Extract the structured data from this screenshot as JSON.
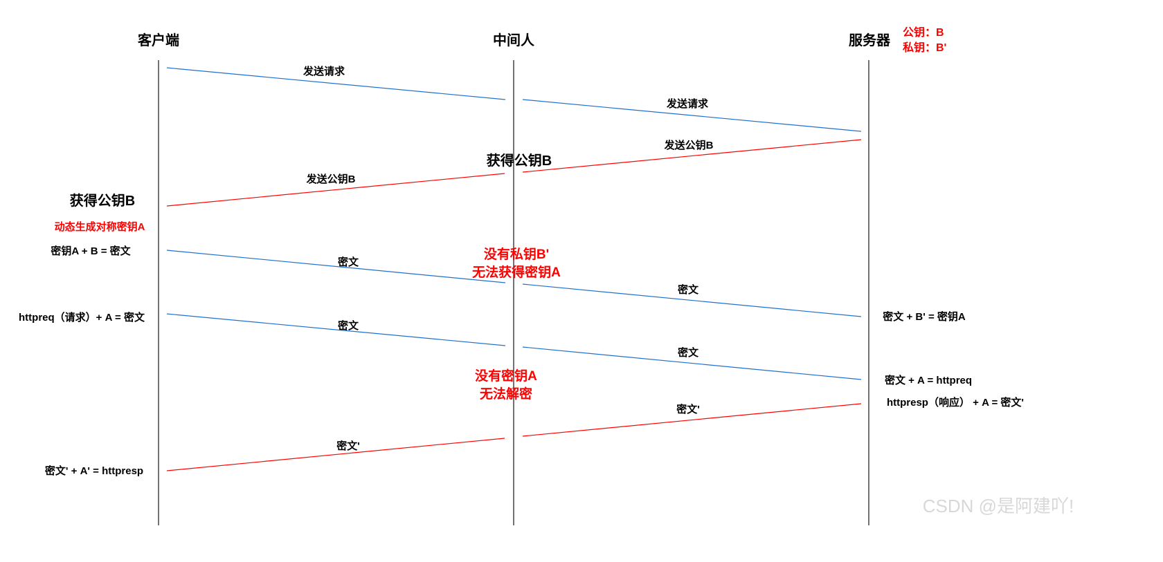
{
  "participants": {
    "client": "客户端",
    "middleman": "中间人",
    "server": "服务器"
  },
  "server_keys": {
    "public": "公钥：B",
    "private": "私钥：B'"
  },
  "colors": {
    "request": "#1f6fd0",
    "response": "#ff0000",
    "note": "#ff0000"
  },
  "messages": [
    {
      "label": "发送请求",
      "color": "blue"
    },
    {
      "label": "发送请求",
      "color": "blue"
    },
    {
      "label": "发送公钥B",
      "color": "red"
    },
    {
      "label": "发送公钥B",
      "color": "red"
    },
    {
      "label": "密文",
      "color": "blue"
    },
    {
      "label": "密文",
      "color": "blue"
    },
    {
      "label": "密文",
      "color": "blue"
    },
    {
      "label": "密文",
      "color": "blue"
    },
    {
      "label": "密文'",
      "color": "red"
    },
    {
      "label": "密文'",
      "color": "red"
    }
  ],
  "notes": {
    "middleman_gets_key": "获得公钥B",
    "client_gets_key": "获得公钥B",
    "client_gen_key": "动态生成对称密钥A",
    "client_encrypt_key": "密钥A + B = 密文",
    "client_encrypt_req": "httpreq（请求）+ A = 密文",
    "middleman_no_private_1": "没有私钥B'",
    "middleman_no_private_2": "无法获得密钥A",
    "server_decrypt_key": "密文 + B' = 密钥A",
    "server_decrypt_req": "密文 + A = httpreq",
    "server_encrypt_resp": "httpresp（响应） + A = 密文'",
    "middleman_no_key_1": "没有密钥A",
    "middleman_no_key_2": "无法解密",
    "client_decrypt_resp": "密文' + A' = httpresp"
  },
  "watermark": "CSDN @是阿建吖!"
}
